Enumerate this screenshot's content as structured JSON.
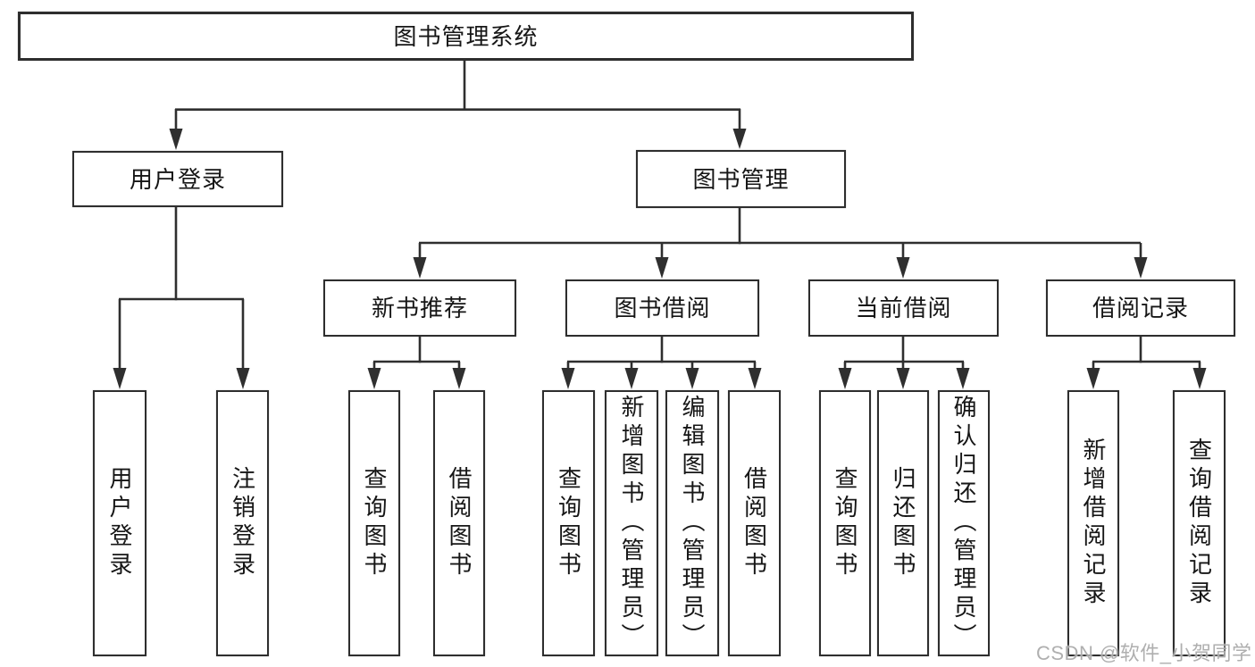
{
  "diagram": {
    "type": "hierarchy-tree",
    "orientation": "top-down",
    "nodes": {
      "root": "图书管理系统",
      "login": "用户登录",
      "mgmt": "图书管理",
      "login_children": [
        "用户登录",
        "注销登录"
      ],
      "mgmt_children": [
        "新书推荐",
        "图书借阅",
        "当前借阅",
        "借阅记录"
      ],
      "newbook_children": [
        "查询图书",
        "借阅图书"
      ],
      "borrow_children": [
        "查询图书",
        "新增图书（管理员）",
        "编辑图书（管理员）",
        "借阅图书"
      ],
      "current_children": [
        "查询图书",
        "归还图书",
        "确认归还（管理员）"
      ],
      "records_children": [
        "新增借阅记录",
        "查询借阅记录"
      ]
    },
    "colors": {
      "background": "#ffffff",
      "box_fill": "#ffffff",
      "box_border": "#2e2e2e",
      "line": "#2f2f2f",
      "text": "#161616",
      "watermark": "#a8a8a8"
    }
  },
  "watermark": "CSDN @软件_小贺同学"
}
